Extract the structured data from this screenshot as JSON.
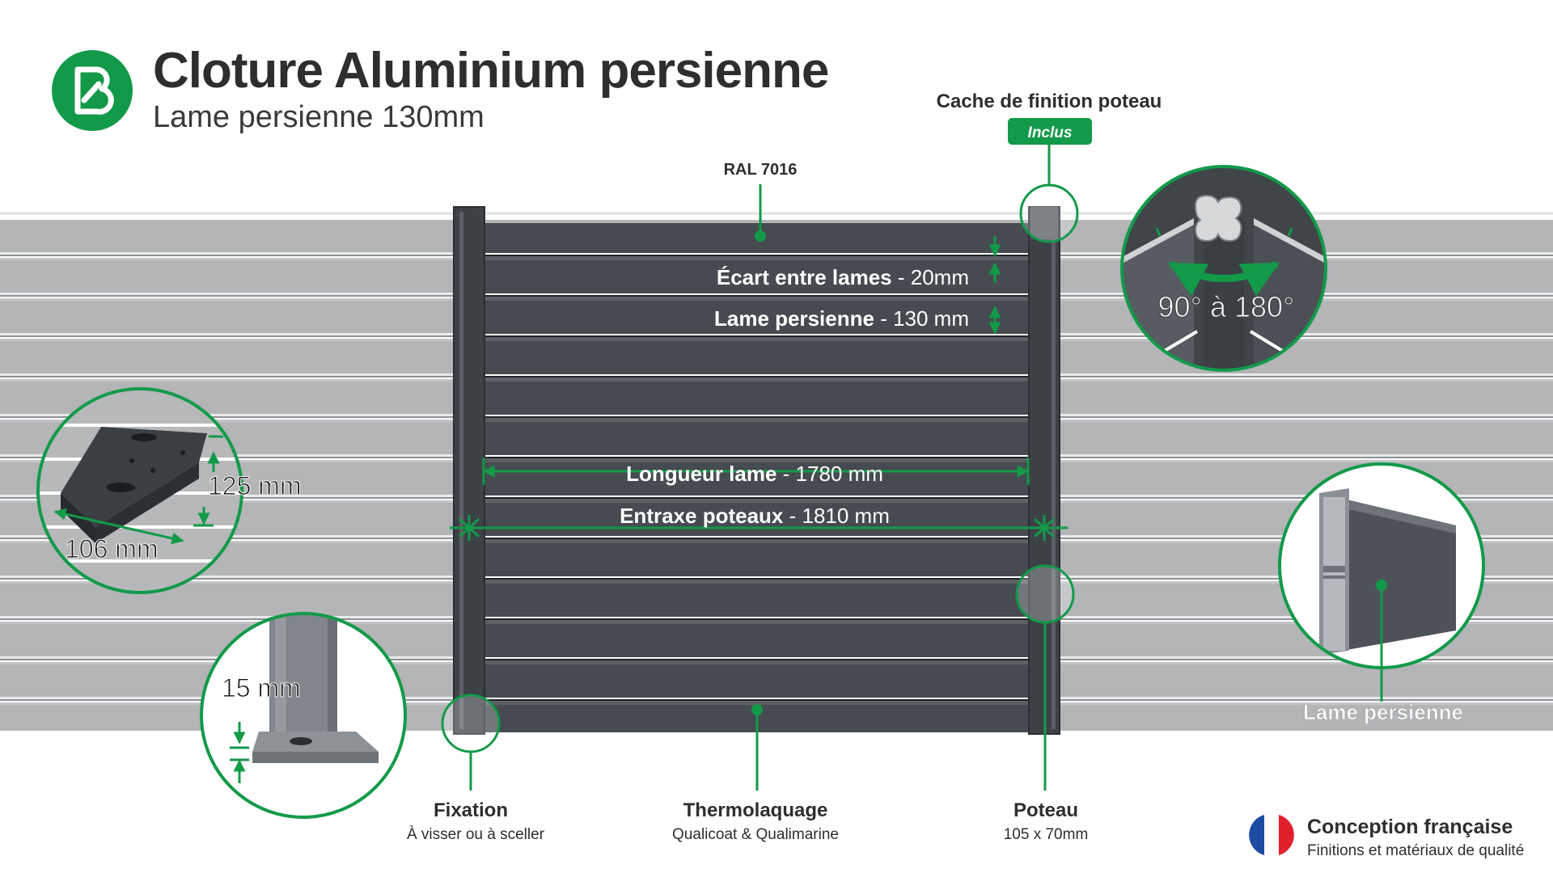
{
  "header": {
    "title": "Cloture Aluminium persienne",
    "subtitle": "Lame persienne 130mm"
  },
  "brand_color": "#129a49",
  "panel_color": "#454b50",
  "annotations": {
    "ral": "RAL 7016",
    "cache_label": "Cache de finition poteau",
    "inclus_badge": "Inclus",
    "ecart_bold": "Écart entre lames",
    "ecart_value": " - 20mm",
    "lame_bold": "Lame persienne",
    "lame_value": " - 130 mm",
    "longueur_bold": "Longueur lame",
    "longueur_value": " - 1780 mm",
    "entraxe_bold": "Entraxe poteaux",
    "entraxe_value": " - 1810 mm",
    "angle": "90° à 180°",
    "lame_persienne_label": "Lame persienne",
    "base_height": "125 mm",
    "base_width": "106 mm",
    "plate_thickness": "15 mm"
  },
  "footer": {
    "fixation_title": "Fixation",
    "fixation_sub": "À visser ou à sceller",
    "thermo_title": "Thermolaquage",
    "thermo_sub": "Qualicoat & Qualimarine",
    "poteau_title": "Poteau",
    "poteau_sub": "105 x 70mm",
    "conception_title": "Conception française",
    "conception_sub": "Finitions et matériaux de qualité"
  }
}
